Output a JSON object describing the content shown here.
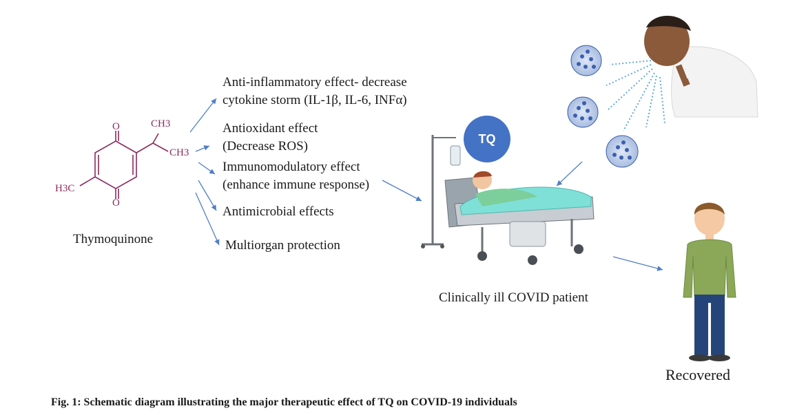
{
  "molecule": {
    "name": "Thymoquinone",
    "labels": {
      "ch3_top": "CH3",
      "ch3_right": "CH3",
      "h3c": "H3C",
      "o_top": "O",
      "o_bottom": "O"
    }
  },
  "effects": [
    {
      "line1": "Anti-inflammatory effect- decrease",
      "line2": "cytokine storm (IL-1β, IL-6, INFα)"
    },
    {
      "line1": "Antioxidant effect",
      "line2": "(Decrease ROS)"
    },
    {
      "line1": "Immunomodulatory effect",
      "line2": "(enhance immune response)"
    },
    {
      "line1": "Antimicrobial effects",
      "line2": ""
    },
    {
      "line1": "Multiorgan protection",
      "line2": ""
    }
  ],
  "badge": "TQ",
  "patient_label": "Clinically ill COVID patient",
  "recovered_label": "Recovered",
  "caption": "Fig. 1: Schematic diagram illustrating the major therapeutic effect of TQ on COVID-19 individuals",
  "colors": {
    "arrow": "#4f7ec4",
    "molecule": "#8a2a5c",
    "badge": "#4472c4",
    "bed_sheet": "#7fe0d8",
    "virus": "#3a5fb0"
  }
}
